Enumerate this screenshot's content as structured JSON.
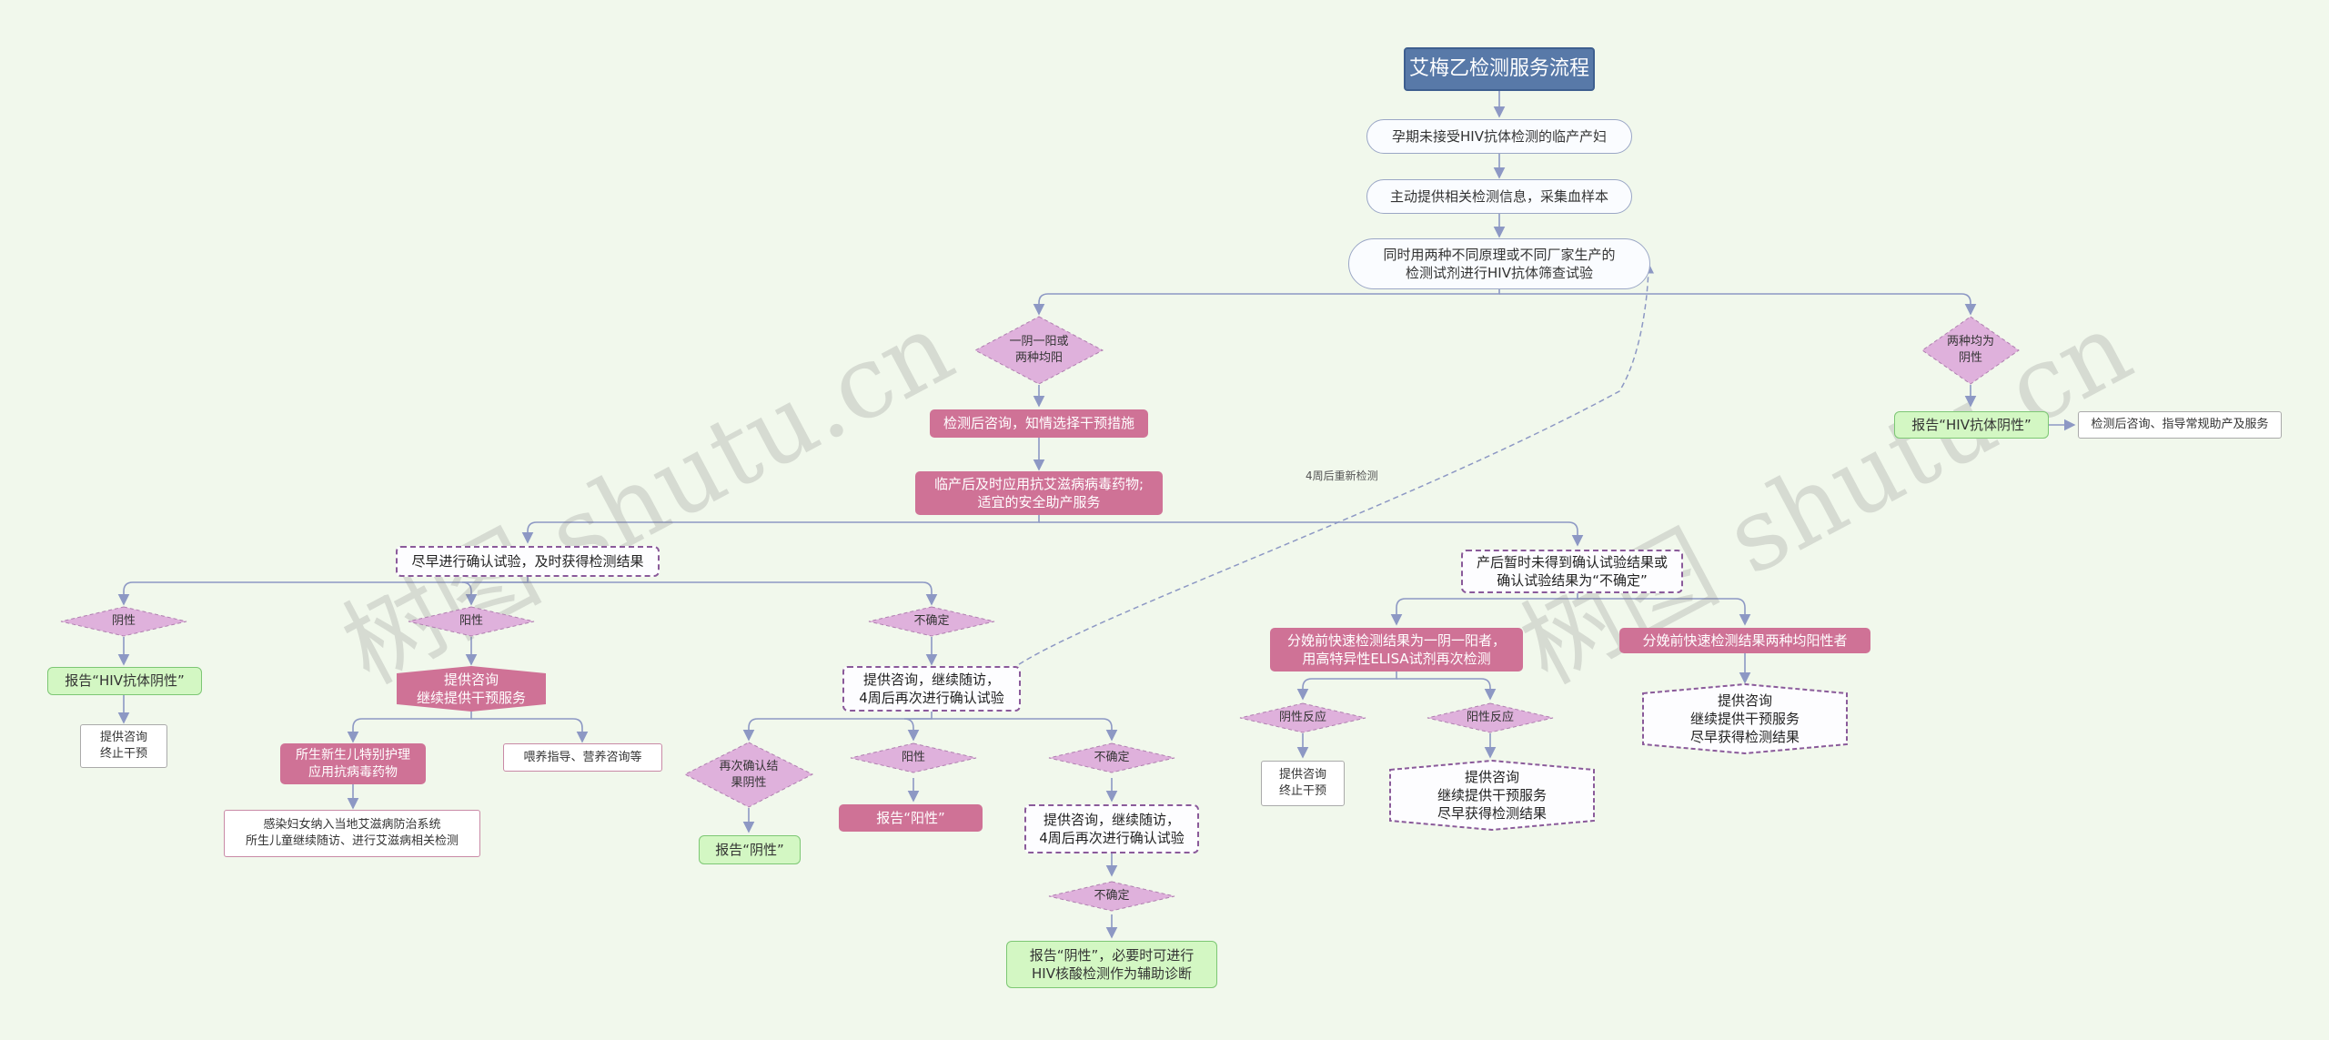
{
  "title": "艾梅乙检测服务流程",
  "step1": "孕期未接受HIV抗体检测的临产产妇",
  "step2": "主动提供相关检测信息，采集血样本",
  "step3": "同时用两种不同原理或不同厂家生产的\n检测试剂进行HIV抗体筛查试验",
  "branch_left": {
    "diamond": "一阴一阳或\n两种均阳",
    "consult": "检测后咨询，知情选择干预措施",
    "drug": "临产后及时应用抗艾滋病病毒药物;\n适宜的安全助产服务",
    "confirm": "尽早进行确认试验，及时获得检测结果",
    "neg_diamond": "阴性",
    "neg_report": "报告“HIV抗体阴性”",
    "neg_action": "提供咨询\n终止干预",
    "pos_diamond": "阳性",
    "pos_service": "提供咨询\n继续提供干预服务",
    "newborn": "所生新生儿特别护理\n应用抗病毒药物",
    "feeding": "喂养指导、营养咨询等",
    "system": "感染妇女纳入当地艾滋病防治系统\n所生儿童继续随访、进行艾滋病相关检测",
    "unc_diamond": "不确定",
    "unc_followup": "提供咨询，继续随访，\n4周后再次进行确认试验",
    "recheck_label": "4周后重新检测",
    "re_neg_diamond": "再次确认结\n果阴性",
    "re_neg_report": "报告“阴性”",
    "re_pos_diamond": "阳性",
    "re_pos_report": "报告“阳性”",
    "re_unc_diamond": "不确定",
    "re_unc_followup": "提供咨询，继续随访，\n4周后再次进行确认试验",
    "final_unc_diamond": "不确定",
    "final_report": "报告“阴性”，必要时可进行\nHIV核酸检测作为辅助诊断"
  },
  "branch_mid": {
    "postpartum": "产后暂时未得到确认试验结果或\n确认试验结果为“不确定”",
    "elisa": "分娩前快速检测结果为一阴一阳者，\n用高特异性ELISA试剂再次检测",
    "both_pos": "分娩前快速检测结果两种均阳性者",
    "neg_reaction": "阴性反应",
    "neg_action": "提供咨询\n终止干预",
    "pos_reaction": "阳性反应",
    "pos_service": "提供咨询\n继续提供干预服务\n尽早获得检测结果",
    "both_service": "提供咨询\n继续提供干预服务\n尽早获得检测结果"
  },
  "branch_right": {
    "diamond": "两种均为\n阴性",
    "report": "报告“HIV抗体阴性”",
    "advice": "检测后咨询、指导常规助产及服务"
  },
  "watermark": [
    "树图 shutu.cn",
    "树图 shutu.cn"
  ],
  "colors": {
    "title": "#5879a8",
    "pink": "#cf7296",
    "diamond": "#dfb1dc",
    "green": "#d3f7c3",
    "line": "#8d98c4",
    "background": "#f1f8ec"
  }
}
